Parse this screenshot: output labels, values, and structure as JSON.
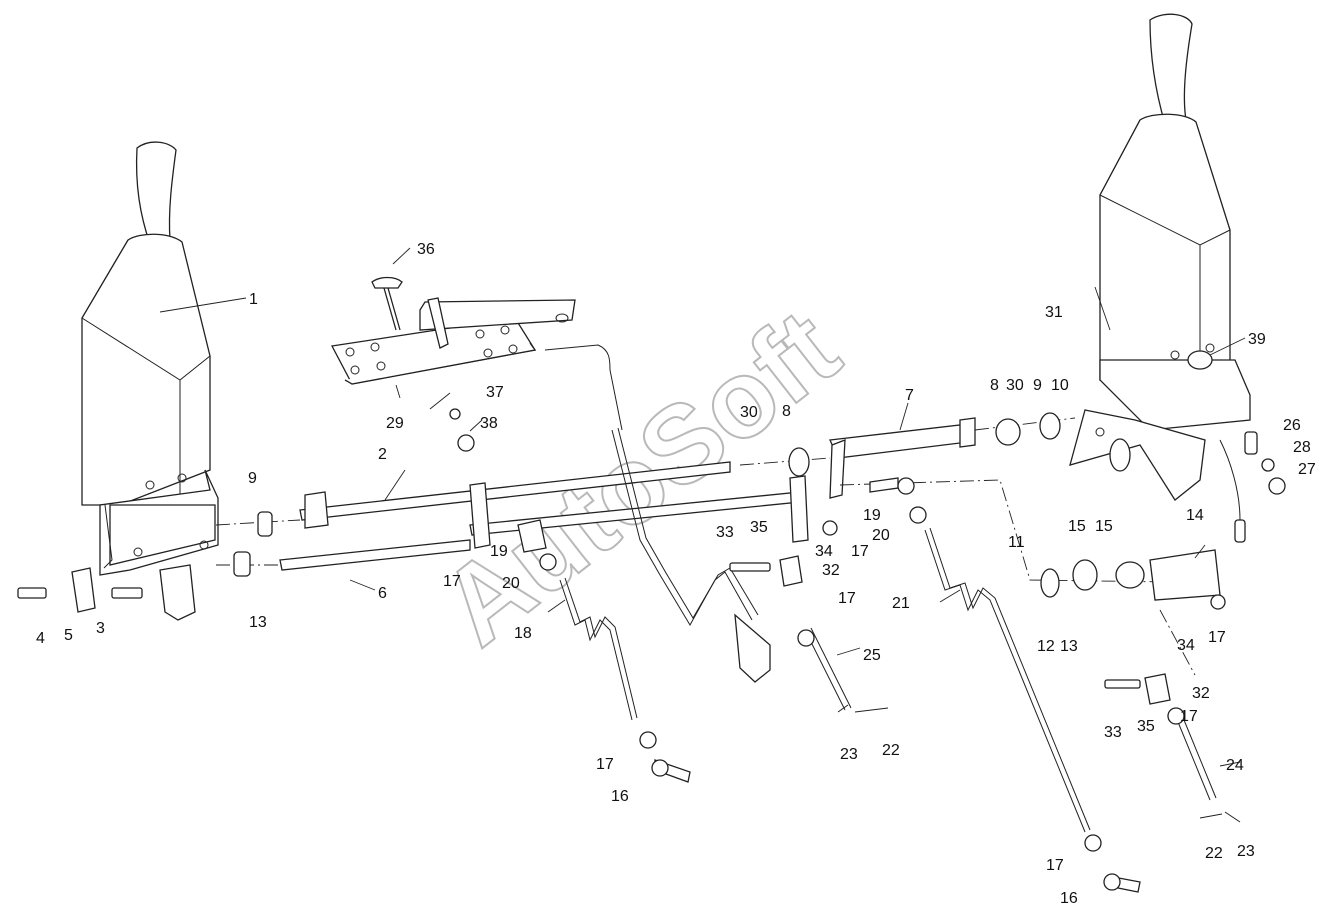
{
  "watermark": "AutoSoft",
  "callouts": [
    {
      "id": "lbl-1",
      "text": "1"
    },
    {
      "id": "lbl-2",
      "text": "2"
    },
    {
      "id": "lbl-3",
      "text": "3"
    },
    {
      "id": "lbl-4",
      "text": "4"
    },
    {
      "id": "lbl-5",
      "text": "5"
    },
    {
      "id": "lbl-6",
      "text": "6"
    },
    {
      "id": "lbl-7",
      "text": "7"
    },
    {
      "id": "lbl-8a",
      "text": "8"
    },
    {
      "id": "lbl-8b",
      "text": "8"
    },
    {
      "id": "lbl-9a",
      "text": "9"
    },
    {
      "id": "lbl-9b",
      "text": "9"
    },
    {
      "id": "lbl-10",
      "text": "10"
    },
    {
      "id": "lbl-11",
      "text": "11"
    },
    {
      "id": "lbl-12",
      "text": "12"
    },
    {
      "id": "lbl-13a",
      "text": "13"
    },
    {
      "id": "lbl-13b",
      "text": "13"
    },
    {
      "id": "lbl-14",
      "text": "14"
    },
    {
      "id": "lbl-15a",
      "text": "15"
    },
    {
      "id": "lbl-15b",
      "text": "15"
    },
    {
      "id": "lbl-16a",
      "text": "16"
    },
    {
      "id": "lbl-16b",
      "text": "16"
    },
    {
      "id": "lbl-17a",
      "text": "17"
    },
    {
      "id": "lbl-17b",
      "text": "17"
    },
    {
      "id": "lbl-17c",
      "text": "17"
    },
    {
      "id": "lbl-17d",
      "text": "17"
    },
    {
      "id": "lbl-17e",
      "text": "17"
    },
    {
      "id": "lbl-17f",
      "text": "17"
    },
    {
      "id": "lbl-17g",
      "text": "17"
    },
    {
      "id": "lbl-18",
      "text": "18"
    },
    {
      "id": "lbl-19a",
      "text": "19"
    },
    {
      "id": "lbl-19b",
      "text": "19"
    },
    {
      "id": "lbl-20a",
      "text": "20"
    },
    {
      "id": "lbl-20b",
      "text": "20"
    },
    {
      "id": "lbl-21",
      "text": "21"
    },
    {
      "id": "lbl-22a",
      "text": "22"
    },
    {
      "id": "lbl-22b",
      "text": "22"
    },
    {
      "id": "lbl-23a",
      "text": "23"
    },
    {
      "id": "lbl-23b",
      "text": "23"
    },
    {
      "id": "lbl-24",
      "text": "24"
    },
    {
      "id": "lbl-25",
      "text": "25"
    },
    {
      "id": "lbl-26",
      "text": "26"
    },
    {
      "id": "lbl-27",
      "text": "27"
    },
    {
      "id": "lbl-28",
      "text": "28"
    },
    {
      "id": "lbl-29",
      "text": "29"
    },
    {
      "id": "lbl-30a",
      "text": "30"
    },
    {
      "id": "lbl-30b",
      "text": "30"
    },
    {
      "id": "lbl-31",
      "text": "31"
    },
    {
      "id": "lbl-32a",
      "text": "32"
    },
    {
      "id": "lbl-32b",
      "text": "32"
    },
    {
      "id": "lbl-33a",
      "text": "33"
    },
    {
      "id": "lbl-33b",
      "text": "33"
    },
    {
      "id": "lbl-34a",
      "text": "34"
    },
    {
      "id": "lbl-34b",
      "text": "34"
    },
    {
      "id": "lbl-35a",
      "text": "35"
    },
    {
      "id": "lbl-35b",
      "text": "35"
    },
    {
      "id": "lbl-36",
      "text": "36"
    },
    {
      "id": "lbl-37",
      "text": "37"
    },
    {
      "id": "lbl-38",
      "text": "38"
    },
    {
      "id": "lbl-39",
      "text": "39"
    }
  ]
}
